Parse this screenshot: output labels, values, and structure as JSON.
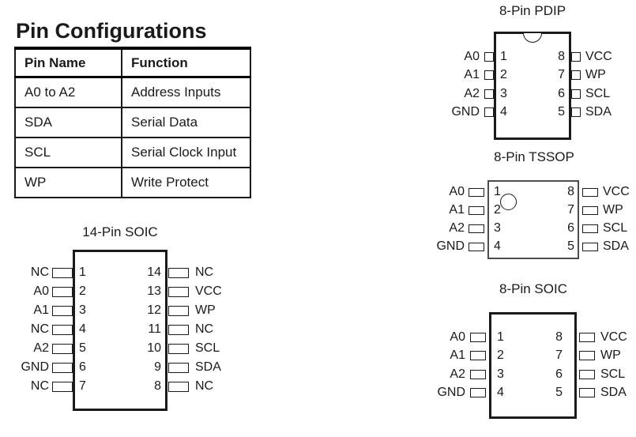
{
  "page": {
    "title": "Pin Configurations"
  },
  "pin_table": {
    "headers": [
      "Pin Name",
      "Function"
    ],
    "rows": [
      [
        "A0 to A2",
        "Address Inputs"
      ],
      [
        "SDA",
        "Serial Data"
      ],
      [
        "SCL",
        "Serial Clock Input"
      ],
      [
        "WP",
        "Write Protect"
      ]
    ]
  },
  "packages": {
    "pdip8": {
      "title": "8-Pin PDIP",
      "left": [
        {
          "num": "1",
          "label": "A0"
        },
        {
          "num": "2",
          "label": "A1"
        },
        {
          "num": "3",
          "label": "A2"
        },
        {
          "num": "4",
          "label": "GND"
        }
      ],
      "right": [
        {
          "num": "8",
          "label": "VCC"
        },
        {
          "num": "7",
          "label": "WP"
        },
        {
          "num": "6",
          "label": "SCL"
        },
        {
          "num": "5",
          "label": "SDA"
        }
      ]
    },
    "tssop8": {
      "title": "8-Pin TSSOP",
      "left": [
        {
          "num": "1",
          "label": "A0"
        },
        {
          "num": "2",
          "label": "A1"
        },
        {
          "num": "3",
          "label": "A2"
        },
        {
          "num": "4",
          "label": "GND"
        }
      ],
      "right": [
        {
          "num": "8",
          "label": "VCC"
        },
        {
          "num": "7",
          "label": "WP"
        },
        {
          "num": "6",
          "label": "SCL"
        },
        {
          "num": "5",
          "label": "SDA"
        }
      ]
    },
    "soic8": {
      "title": "8-Pin SOIC",
      "left": [
        {
          "num": "1",
          "label": "A0"
        },
        {
          "num": "2",
          "label": "A1"
        },
        {
          "num": "3",
          "label": "A2"
        },
        {
          "num": "4",
          "label": "GND"
        }
      ],
      "right": [
        {
          "num": "8",
          "label": "VCC"
        },
        {
          "num": "7",
          "label": "WP"
        },
        {
          "num": "6",
          "label": "SCL"
        },
        {
          "num": "5",
          "label": "SDA"
        }
      ]
    },
    "soic14": {
      "title": "14-Pin SOIC",
      "left": [
        {
          "num": "1",
          "label": "NC"
        },
        {
          "num": "2",
          "label": "A0"
        },
        {
          "num": "3",
          "label": "A1"
        },
        {
          "num": "4",
          "label": "NC"
        },
        {
          "num": "5",
          "label": "A2"
        },
        {
          "num": "6",
          "label": "GND"
        },
        {
          "num": "7",
          "label": "NC"
        }
      ],
      "right": [
        {
          "num": "14",
          "label": "NC"
        },
        {
          "num": "13",
          "label": "VCC"
        },
        {
          "num": "12",
          "label": "WP"
        },
        {
          "num": "11",
          "label": "NC"
        },
        {
          "num": "10",
          "label": "SCL"
        },
        {
          "num": "9",
          "label": "SDA"
        },
        {
          "num": "8",
          "label": "NC"
        }
      ]
    }
  },
  "colors": {
    "ink": "#1a1a1a",
    "tssop_body_border": "#4d4d4d",
    "background": "#ffffff"
  }
}
